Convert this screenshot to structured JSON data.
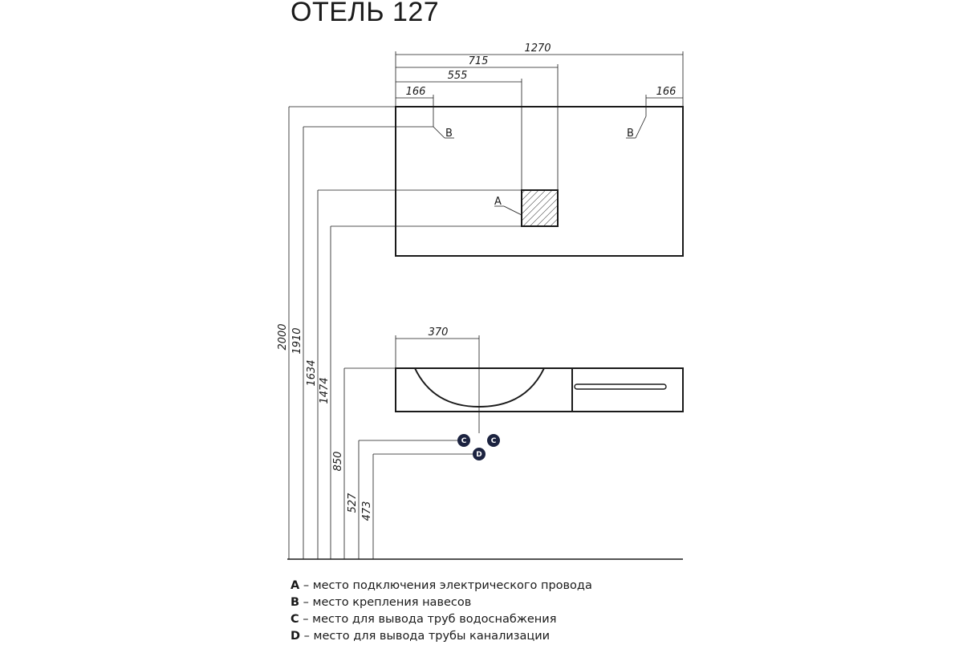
{
  "title": "ОТЕЛЬ 127",
  "dimensions": {
    "total_width": "1270",
    "to_socket_far": "715",
    "to_socket_near": "555",
    "hanger_left": "166",
    "hanger_right": "166",
    "basin_center": "370",
    "height_2000": "2000",
    "height_1910": "1910",
    "height_1634": "1634",
    "height_1474": "1474",
    "height_850": "850",
    "height_527": "527",
    "height_473": "473"
  },
  "markers": {
    "a": "A",
    "b_left": "B",
    "b_right": "B",
    "c_left": "C",
    "c_right": "C",
    "d": "D"
  },
  "legend": [
    {
      "key": "A",
      "text": " – место подключения электрического провода"
    },
    {
      "key": "B",
      "text": " – место крепления навесов"
    },
    {
      "key": "C",
      "text": " – место для вывода труб водоснабжения"
    },
    {
      "key": "D",
      "text": " – место для вывода трубы канализации"
    }
  ],
  "colors": {
    "line": "#1a1a1a",
    "badge": "#1c2340"
  }
}
